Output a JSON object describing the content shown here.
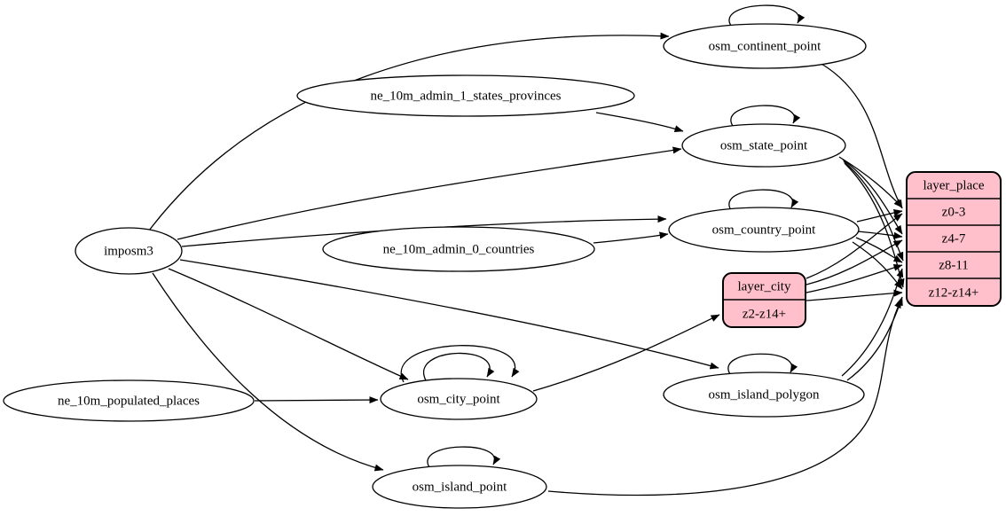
{
  "diagram": {
    "type": "etl-graph",
    "colors": {
      "background": "#ffffff",
      "node_fill": "#ffffff",
      "record_fill": "#ffc0cb",
      "stroke": "#000000",
      "text": "#000000"
    },
    "nodes": {
      "imposm3": {
        "label": "imposm3",
        "shape": "ellipse"
      },
      "ne_10m_admin_1_states_provinces": {
        "label": "ne_10m_admin_1_states_provinces",
        "shape": "ellipse"
      },
      "ne_10m_admin_0_countries": {
        "label": "ne_10m_admin_0_countries",
        "shape": "ellipse"
      },
      "ne_10m_populated_places": {
        "label": "ne_10m_populated_places",
        "shape": "ellipse"
      },
      "osm_continent_point": {
        "label": "osm_continent_point",
        "shape": "ellipse"
      },
      "osm_state_point": {
        "label": "osm_state_point",
        "shape": "ellipse"
      },
      "osm_country_point": {
        "label": "osm_country_point",
        "shape": "ellipse"
      },
      "osm_island_polygon": {
        "label": "osm_island_polygon",
        "shape": "ellipse"
      },
      "osm_city_point": {
        "label": "osm_city_point",
        "shape": "ellipse"
      },
      "osm_island_point": {
        "label": "osm_island_point",
        "shape": "ellipse"
      }
    },
    "records": {
      "layer_city": {
        "title": "layer_city",
        "rows": [
          "z2-z14+"
        ]
      },
      "layer_place": {
        "title": "layer_place",
        "rows": [
          "z0-3",
          "z4-7",
          "z8-11",
          "z12-z14+"
        ]
      }
    },
    "edges": [
      {
        "from": "imposm3",
        "to": "osm_continent_point"
      },
      {
        "from": "imposm3",
        "to": "osm_state_point"
      },
      {
        "from": "imposm3",
        "to": "osm_country_point"
      },
      {
        "from": "imposm3",
        "to": "osm_island_polygon"
      },
      {
        "from": "imposm3",
        "to": "osm_city_point"
      },
      {
        "from": "imposm3",
        "to": "osm_island_point"
      },
      {
        "from": "ne_10m_admin_1_states_provinces",
        "to": "osm_state_point"
      },
      {
        "from": "ne_10m_admin_0_countries",
        "to": "osm_country_point"
      },
      {
        "from": "ne_10m_populated_places",
        "to": "osm_city_point"
      },
      {
        "from": "osm_continent_point",
        "to": "osm_continent_point"
      },
      {
        "from": "osm_state_point",
        "to": "osm_state_point"
      },
      {
        "from": "osm_country_point",
        "to": "osm_country_point"
      },
      {
        "from": "osm_island_polygon",
        "to": "osm_island_polygon"
      },
      {
        "from": "osm_city_point",
        "to": "osm_city_point"
      },
      {
        "from": "osm_city_point",
        "to": "osm_city_point"
      },
      {
        "from": "osm_island_point",
        "to": "osm_island_point"
      },
      {
        "from": "osm_city_point",
        "to": "layer_city.z2-z14+"
      },
      {
        "from": "osm_continent_point",
        "to": "layer_place.z0-3"
      },
      {
        "from": "osm_state_point",
        "to": "layer_place.z0-3"
      },
      {
        "from": "osm_state_point",
        "to": "layer_place.z4-7"
      },
      {
        "from": "osm_state_point",
        "to": "layer_place.z8-11"
      },
      {
        "from": "osm_state_point",
        "to": "layer_place.z12-z14+"
      },
      {
        "from": "osm_country_point",
        "to": "layer_place.z0-3"
      },
      {
        "from": "osm_country_point",
        "to": "layer_place.z4-7"
      },
      {
        "from": "osm_country_point",
        "to": "layer_place.z8-11"
      },
      {
        "from": "osm_country_point",
        "to": "layer_place.z12-z14+"
      },
      {
        "from": "layer_city",
        "to": "layer_place.z0-3"
      },
      {
        "from": "layer_city",
        "to": "layer_place.z4-7"
      },
      {
        "from": "layer_city",
        "to": "layer_place.z8-11"
      },
      {
        "from": "layer_city",
        "to": "layer_place.z12-z14+"
      },
      {
        "from": "osm_island_polygon",
        "to": "layer_place.z8-11"
      },
      {
        "from": "osm_island_polygon",
        "to": "layer_place.z12-z14+"
      },
      {
        "from": "osm_island_point",
        "to": "layer_place.z12-z14+"
      }
    ]
  }
}
